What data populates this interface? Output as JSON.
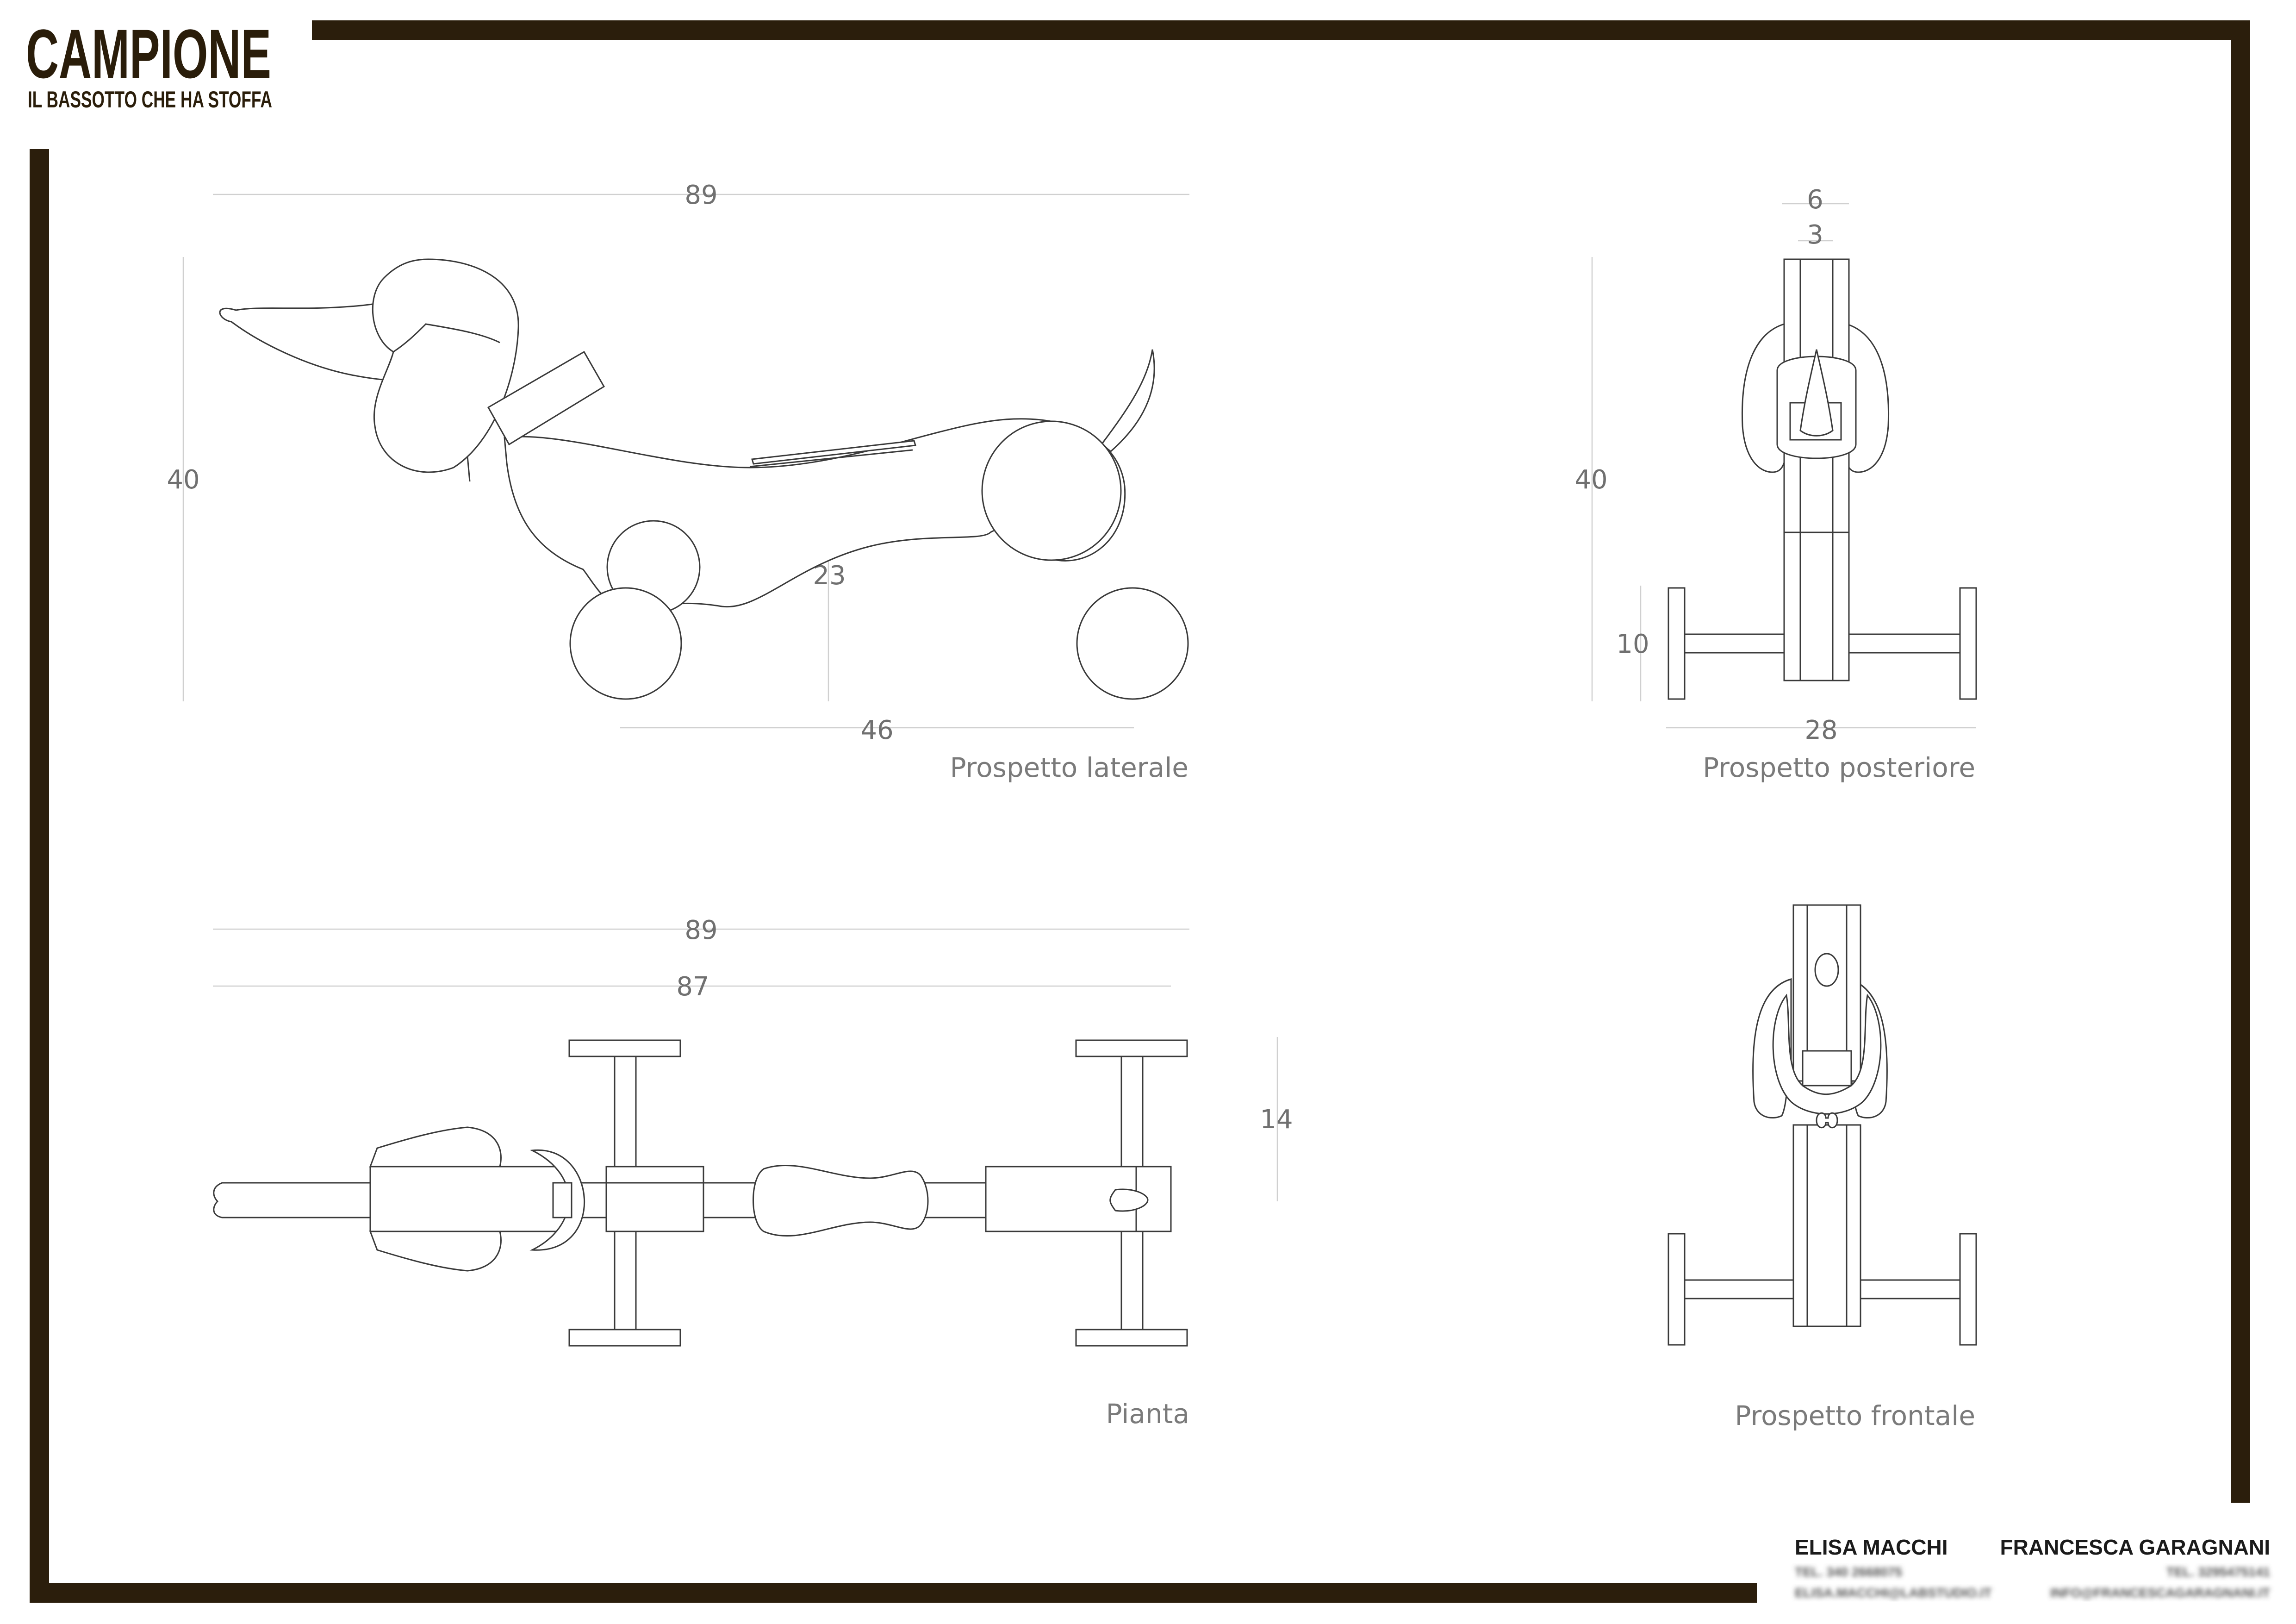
{
  "brand": {
    "title": "CAMPIONE",
    "subtitle": "IL BASSOTTO CHE HA STOFFA",
    "frame_color": "#2b1e0c"
  },
  "views": {
    "side": {
      "caption": "Prospetto laterale",
      "dim_length": "89",
      "dim_height": "40",
      "dim_body_height": "23",
      "dim_wheelbase": "46"
    },
    "rear": {
      "caption": "Prospetto posteriore",
      "dim_top_outer": "6",
      "dim_top_inner": "3",
      "dim_height": "40",
      "dim_wheel": "10",
      "dim_width": "28"
    },
    "plan": {
      "caption": "Pianta",
      "dim_length_outer": "89",
      "dim_length_inner": "87",
      "dim_depth": "14"
    },
    "front": {
      "caption": "Prospetto frontale"
    }
  },
  "authors": [
    {
      "name": "ELISA MACCHI"
    },
    {
      "name": "FRANCESCA GARAGNANI"
    }
  ]
}
